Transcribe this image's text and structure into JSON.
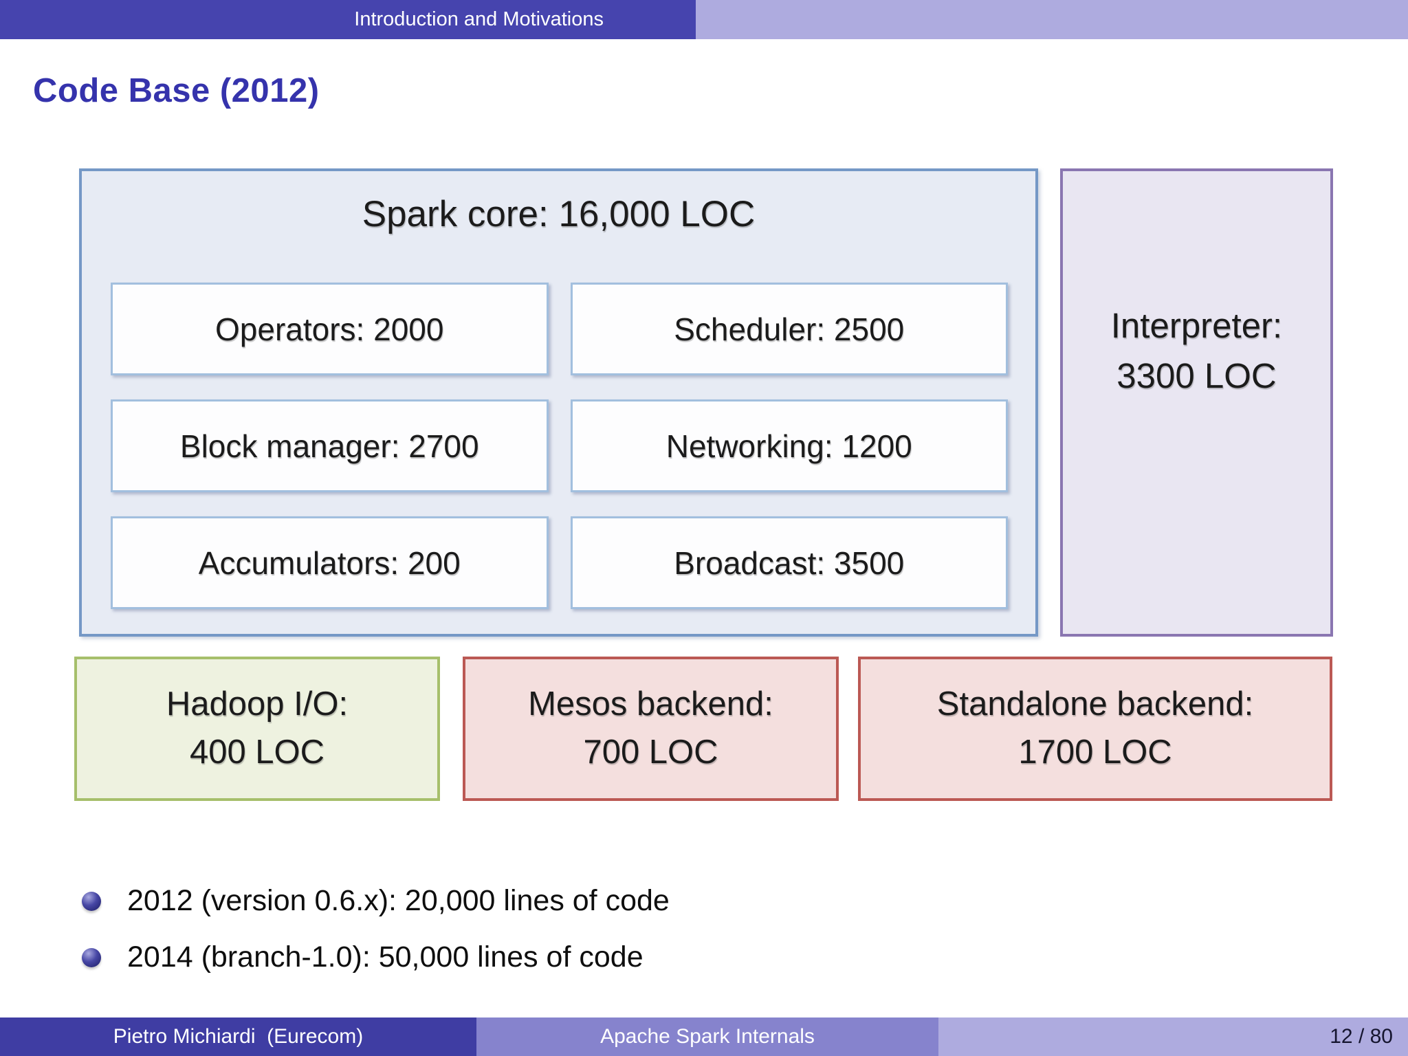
{
  "header": {
    "section_label": "Introduction and Motivations"
  },
  "slide": {
    "title": "Code Base (2012)",
    "diagram": {
      "spark_core": {
        "title": "Spark core: 16,000 LOC",
        "components": [
          {
            "label": "Operators: 2000"
          },
          {
            "label": "Scheduler: 2500"
          },
          {
            "label": "Block manager: 2700"
          },
          {
            "label": "Networking: 1200"
          },
          {
            "label": "Accumulators: 200"
          },
          {
            "label": "Broadcast: 3500"
          }
        ]
      },
      "interpreter": {
        "line1": "Interpreter:",
        "line2": "3300 LOC"
      },
      "hadoop": {
        "line1": "Hadoop I/O:",
        "line2": "400 LOC"
      },
      "mesos": {
        "line1": "Mesos backend:",
        "line2": "700 LOC"
      },
      "standalone": {
        "line1": "Standalone backend:",
        "line2": "1700 LOC"
      }
    },
    "bullets": [
      {
        "text": "2012 (version 0.6.x): 20,000 lines of code"
      },
      {
        "text": "2014 (branch-1.0): 50,000 lines of code"
      }
    ]
  },
  "footer": {
    "author": "Pietro Michiardi  (Eurecom)",
    "deck_title": "Apache Spark Internals",
    "page": "12 / 80"
  },
  "colors": {
    "header_dark": "#4644ae",
    "header_light": "#aeabdf",
    "title_blue": "#3533ac",
    "spark_core_bg": "#e7ebf4",
    "spark_core_border": "#7598c6",
    "component_border": "#a2bfde",
    "interpreter_bg": "#e9e6f2",
    "interpreter_border": "#8a76b1",
    "green_bg": "#eef2e0",
    "green_border": "#a6bf6b",
    "red_bg": "#f4dfde",
    "red_border": "#bb5954",
    "footer_author_bg": "#3f3da3",
    "footer_title_bg": "#8683cd",
    "footer_page_bg": "#aeabdf"
  }
}
